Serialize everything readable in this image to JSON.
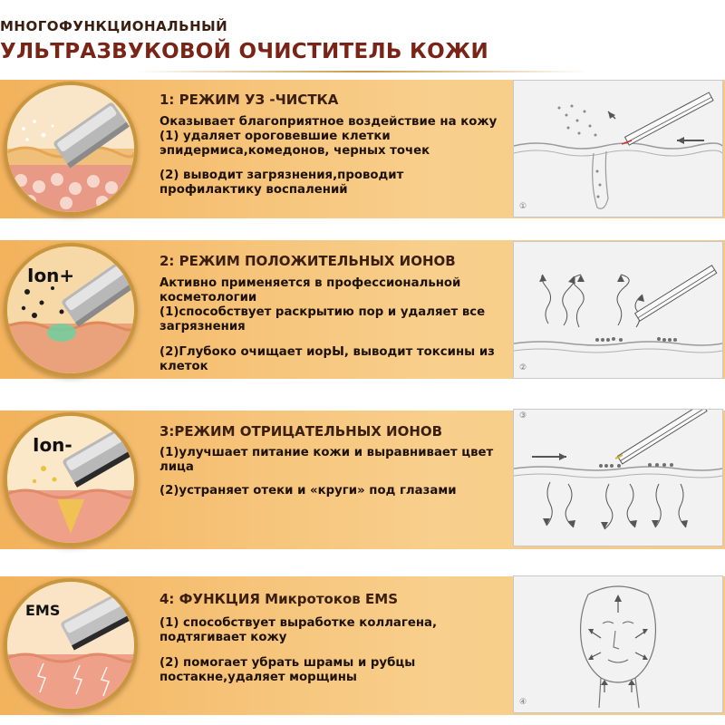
{
  "header": {
    "line1": "МНОГОФУНКЦИОНАЛЬНЫЙ",
    "line2": "УЛЬТРАЗВУКОВОЙ ОЧИСТИТЕЛЬ КОЖИ"
  },
  "colors": {
    "band": "#f6c47a",
    "title_accent": "#7a2418",
    "circle_ring": "#c9963e"
  },
  "modes": [
    {
      "title": "1: РЕЖИМ УЗ -ЧИСТКА",
      "badge": "",
      "lines": [
        "Оказывает благоприятное воздействие на кожу",
        " (1) удаляет ороговевшие клетки",
        "эпидермиса,комедонов,  черных точек",
        "",
        " (2) выводит загрязнения,проводит",
        "профилактику воспалений"
      ],
      "panel_number": "①"
    },
    {
      "title": "2: РЕЖИМ ПОЛОЖИТЕЛЬНЫХ ИОНОВ",
      "badge": "Ion+",
      "lines": [
        "Активно применяется в профессиональной",
        "косметологии",
        "(1)способствует раскрытию пор и удаляет все",
        "загрязнения",
        "",
        "(2)Глубоко очищает иорЫ,  выводит токсины из",
        "клеток"
      ],
      "panel_number": "②"
    },
    {
      "title": "3:РЕЖИМ ОТРИЦАТЕЛЬНЫХ ИОНОВ",
      "badge": "Ion-",
      "lines": [
        "(1)улучшает питание кожи и выравнивает цвет",
        "лица",
        "",
        "(2)устраняет отеки и «круги» под глазами"
      ],
      "panel_number": "③"
    },
    {
      "title": "4: ФУНКЦИЯ Микротоков EMS",
      "badge": "EMS",
      "lines": [
        " (1) способствует выработке коллагена,",
        "подтягивает кожу",
        "",
        " (2) помогает убрать шрамы и рубцы",
        "постакне,удаляет морщины"
      ],
      "panel_number": "④"
    }
  ]
}
